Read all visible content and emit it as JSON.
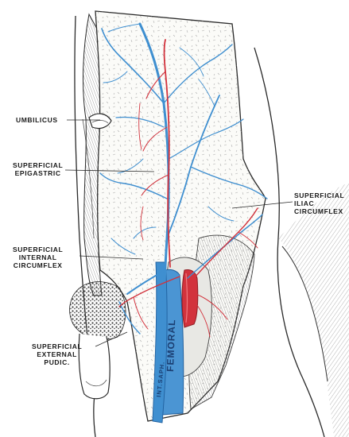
{
  "labels": {
    "umbilicus": [
      "UMBILICUS"
    ],
    "superficial_epigastric": [
      "SUPERFICIAL",
      "EPIGASTRIC"
    ],
    "superficial_iliac_circumflex": [
      "SUPERFICIAL",
      "ILIAC",
      "CIRCUMFLEX"
    ],
    "superficial_internal_circumflex": [
      "SUPERFICIAL",
      "INTERNAL",
      "CIRCUMFLEX"
    ],
    "superficial_external_pudic": [
      "SUPERFICIAL",
      "EXTERNAL",
      "PUDIC."
    ]
  },
  "vessel_labels": {
    "femoral": "FEMORAL",
    "int_saph": "INT.SAPH."
  },
  "colors": {
    "vein": "#3f8fd0",
    "vein_dark": "#1f5f9e",
    "artery": "#d2323c",
    "artery_dark": "#8e1c22",
    "ink": "#2a2a2a",
    "skin": "#f4f4f0"
  }
}
